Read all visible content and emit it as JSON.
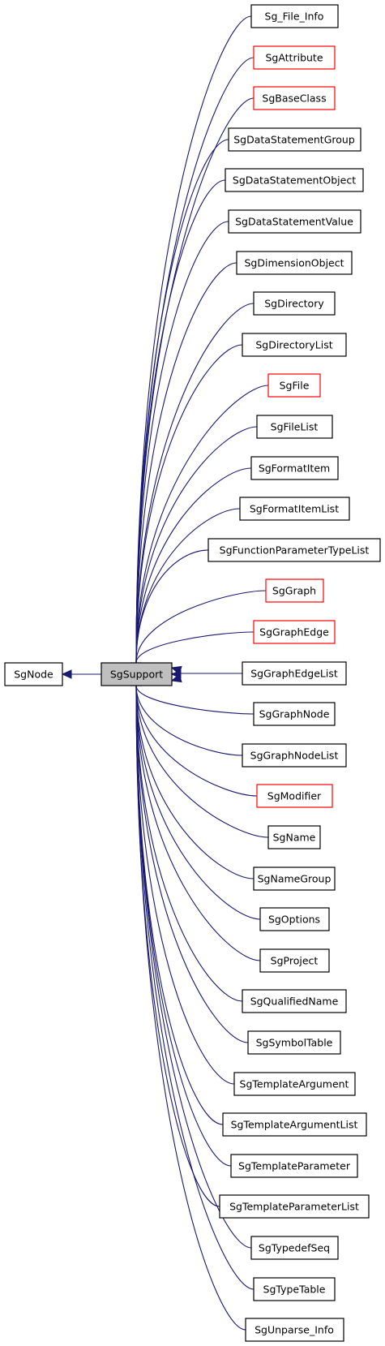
{
  "diagram": {
    "base": {
      "label": "SgNode"
    },
    "focus": {
      "label": "SgSupport",
      "fill": "#bfbfbf"
    },
    "colors": {
      "edge": "#191970",
      "normal_border": "#000000",
      "documented_border": "#ff0000"
    },
    "children": [
      {
        "label": "Sg_File_Info",
        "border": "black"
      },
      {
        "label": "SgAttribute",
        "border": "red"
      },
      {
        "label": "SgBaseClass",
        "border": "red"
      },
      {
        "label": "SgDataStatementGroup",
        "border": "black"
      },
      {
        "label": "SgDataStatementObject",
        "border": "black"
      },
      {
        "label": "SgDataStatementValue",
        "border": "black"
      },
      {
        "label": "SgDimensionObject",
        "border": "black"
      },
      {
        "label": "SgDirectory",
        "border": "black"
      },
      {
        "label": "SgDirectoryList",
        "border": "black"
      },
      {
        "label": "SgFile",
        "border": "red"
      },
      {
        "label": "SgFileList",
        "border": "black"
      },
      {
        "label": "SgFormatItem",
        "border": "black"
      },
      {
        "label": "SgFormatItemList",
        "border": "black"
      },
      {
        "label": "SgFunctionParameterTypeList",
        "border": "black"
      },
      {
        "label": "SgGraph",
        "border": "red"
      },
      {
        "label": "SgGraphEdge",
        "border": "red"
      },
      {
        "label": "SgGraphEdgeList",
        "border": "black"
      },
      {
        "label": "SgGraphNode",
        "border": "black"
      },
      {
        "label": "SgGraphNodeList",
        "border": "black"
      },
      {
        "label": "SgModifier",
        "border": "red"
      },
      {
        "label": "SgName",
        "border": "black"
      },
      {
        "label": "SgNameGroup",
        "border": "black"
      },
      {
        "label": "SgOptions",
        "border": "black"
      },
      {
        "label": "SgProject",
        "border": "black"
      },
      {
        "label": "SgQualifiedName",
        "border": "black"
      },
      {
        "label": "SgSymbolTable",
        "border": "black"
      },
      {
        "label": "SgTemplateArgument",
        "border": "black"
      },
      {
        "label": "SgTemplateArgumentList",
        "border": "black"
      },
      {
        "label": "SgTemplateParameter",
        "border": "black"
      },
      {
        "label": "SgTemplateParameterList",
        "border": "black"
      },
      {
        "label": "SgTypedefSeq",
        "border": "black"
      },
      {
        "label": "SgTypeTable",
        "border": "black"
      },
      {
        "label": "SgUnparse_Info",
        "border": "black"
      }
    ]
  }
}
